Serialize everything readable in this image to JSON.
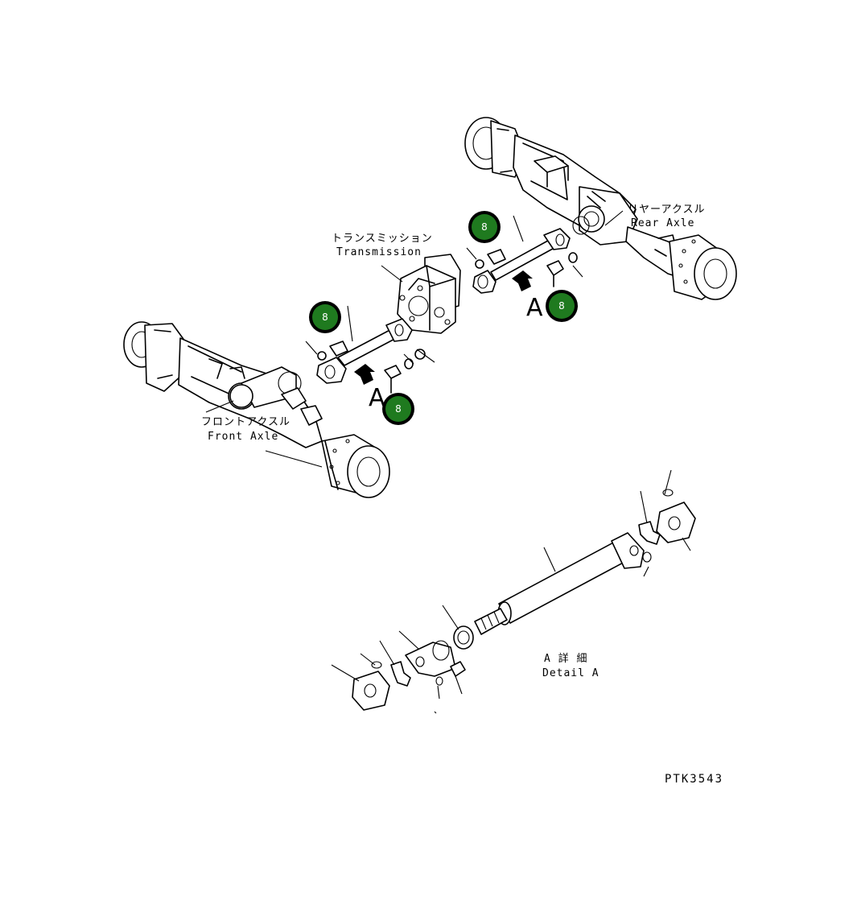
{
  "labels": {
    "rear_axle_jp": "リヤーアクスル",
    "rear_axle_en": "Rear Axle",
    "transmission_jp": "トランスミッション",
    "transmission_en": "Transmission",
    "front_axle_jp": "フロントアクスル",
    "front_axle_en": "Front Axle",
    "detail_jp": "A 詳 細",
    "detail_en": "Detail A",
    "view_a": "A",
    "view_a_2": "A",
    "drawing_code": "PTK3543"
  },
  "callouts": [
    {
      "text": "8"
    },
    {
      "text": "8"
    },
    {
      "text": "8"
    },
    {
      "text": "8"
    }
  ],
  "colors": {
    "callout_fill": "#1f7a1f",
    "ink": "#000000"
  }
}
